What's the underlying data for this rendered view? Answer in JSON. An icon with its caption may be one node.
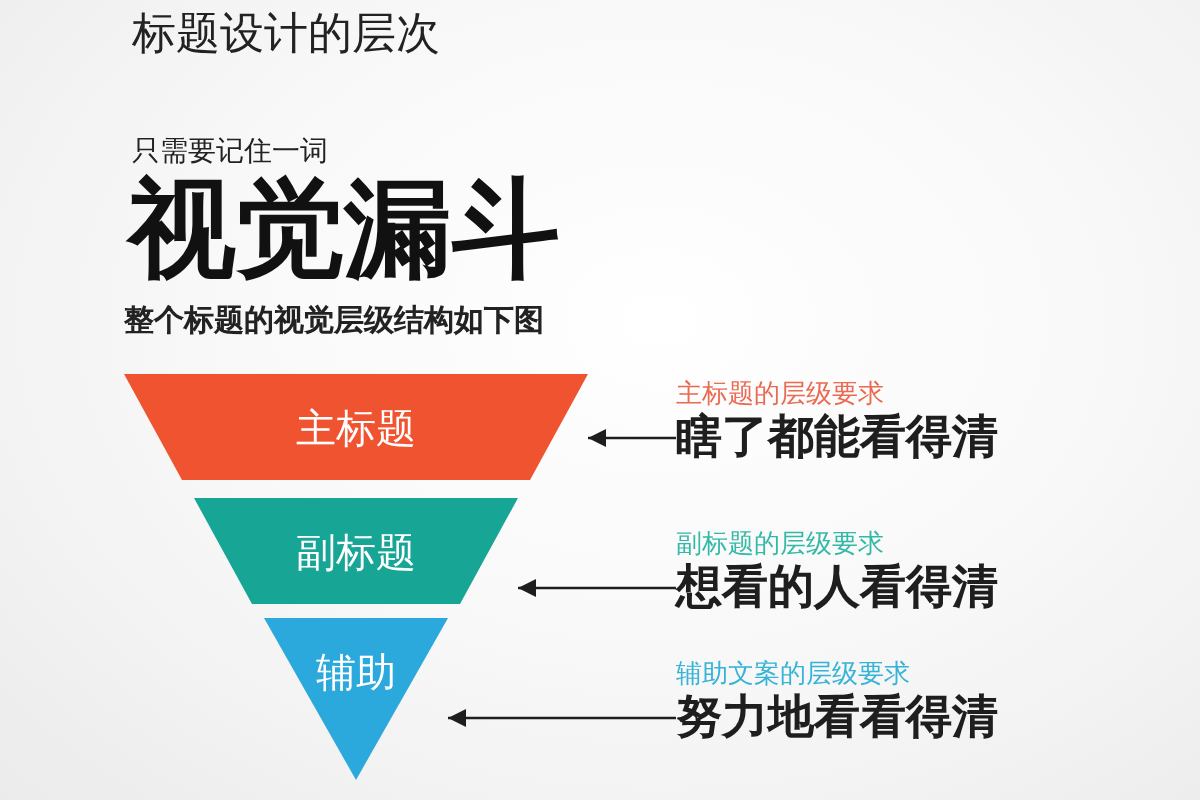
{
  "diagram": {
    "title": "标题设计的层次",
    "nodes": [
      {
        "text": [
          "主标题"
        ]
      },
      {
        "text": [
          "主标题的层级要求",
          "瞎了都能看得清"
        ]
      },
      {
        "text": [
          "副标题"
        ]
      },
      {
        "text": [
          "副标题的层级要求",
          "想看的人看得清"
        ]
      },
      {
        "text": [
          "辅助"
        ]
      },
      {
        "text": [
          "辅助文案的层级要求",
          "努力地看看得清"
        ]
      }
    ],
    "edges": [
      {
        "from": 1,
        "to": 0,
        "arrow": "to"
      },
      {
        "from": 3,
        "to": 2,
        "arrow": "to"
      },
      {
        "from": 5,
        "to": 4,
        "arrow": "to"
      }
    ],
    "labels": [
      "只需要记住一词",
      "视觉漏斗",
      "整个标题的视觉层级结构如下图"
    ]
  }
}
